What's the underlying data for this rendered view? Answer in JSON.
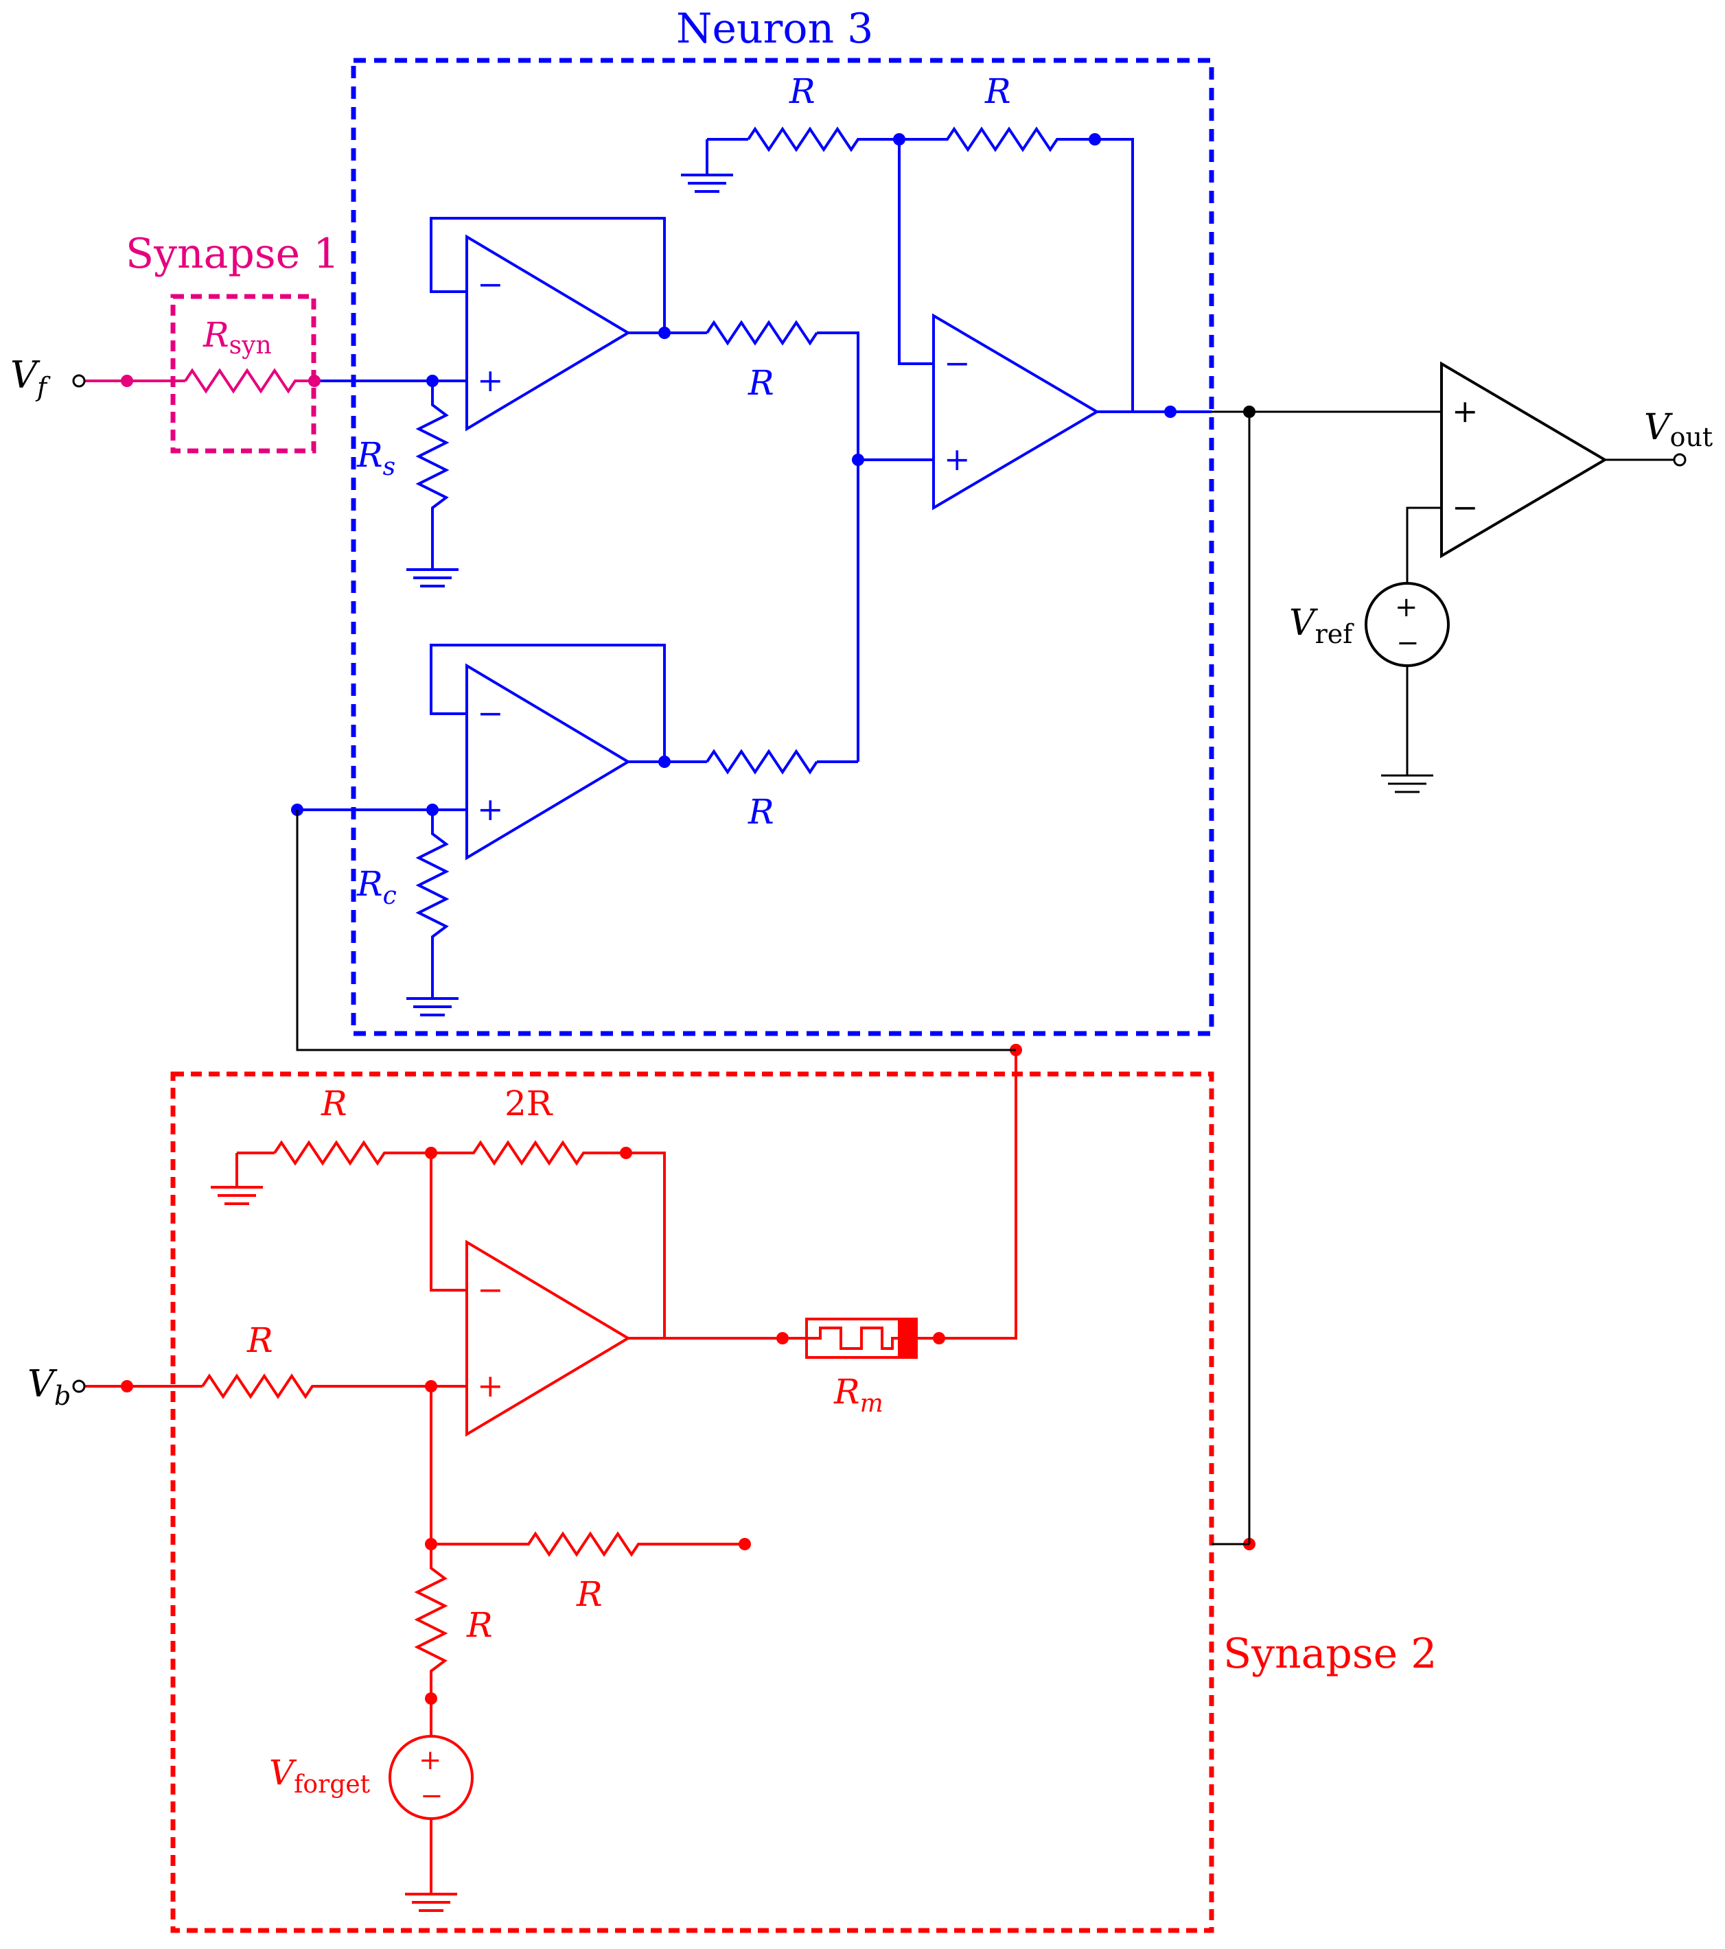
{
  "colors": {
    "neuron": "#0000ff",
    "synapse1": "#e6007e",
    "synapse2": "#ff0000",
    "wire": "#000000"
  },
  "boxes": {
    "neuron3": "Neuron 3",
    "synapse1": "Synapse 1",
    "synapse2": "Synapse 2"
  },
  "terminals": {
    "vf": {
      "main": "V",
      "sub": "f"
    },
    "vb": {
      "main": "V",
      "sub": "b"
    },
    "vout": {
      "main": "V",
      "sub": "out"
    },
    "vref": {
      "main": "V",
      "sub": "ref"
    },
    "vforget": {
      "main": "V",
      "sub": "forget"
    }
  },
  "resistors": {
    "r_syn": {
      "main": "R",
      "sub": "syn"
    },
    "r_s": {
      "main": "R",
      "sub": "s"
    },
    "r_c": {
      "main": "R",
      "sub": "c"
    },
    "r_m": {
      "main": "R",
      "sub": "m"
    },
    "r": "R",
    "r2": "2R"
  },
  "opamp_signs": {
    "minus": "−",
    "plus": "+"
  },
  "source_signs": {
    "plus": "+",
    "minus": "−"
  }
}
